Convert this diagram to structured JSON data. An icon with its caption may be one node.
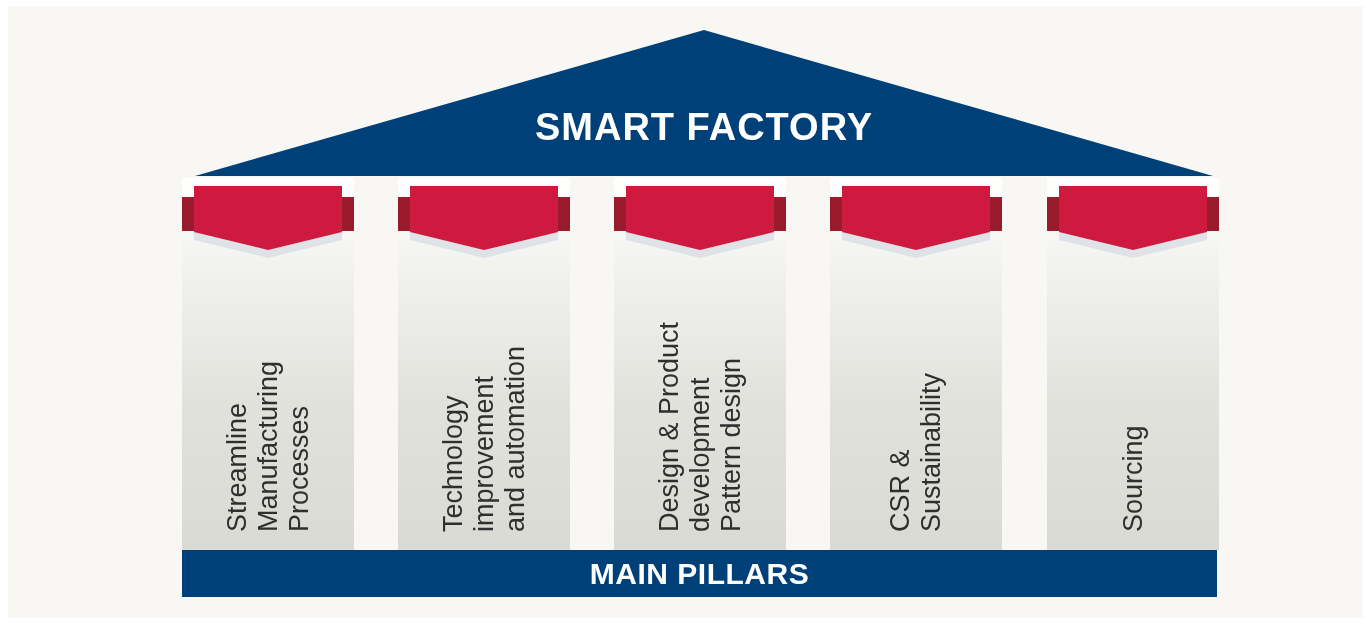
{
  "diagram": {
    "nodes": [
      {
        "text": [
          "SMART FACTORY"
        ]
      },
      {
        "text": [
          "Streamline Manufacturing Processes"
        ]
      },
      {
        "text": [
          "Technology improvement and automation"
        ]
      },
      {
        "text": [
          "Design & Product development Pattern design"
        ]
      },
      {
        "text": [
          "CSR & Sustainability"
        ]
      },
      {
        "text": [
          "Sourcing"
        ]
      },
      {
        "text": [
          "MAIN PILLARS"
        ]
      }
    ]
  }
}
